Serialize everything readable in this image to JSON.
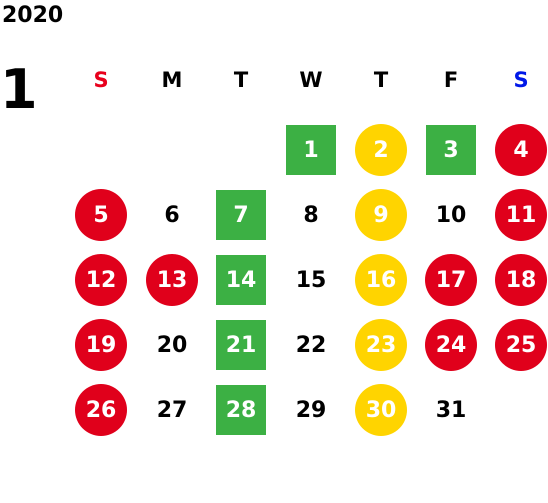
{
  "calendar": {
    "year": "2020",
    "month": "1",
    "weekdays": [
      {
        "label": "S",
        "color": "#e8001c"
      },
      {
        "label": "M",
        "color": "#000000"
      },
      {
        "label": "T",
        "color": "#000000"
      },
      {
        "label": "W",
        "color": "#000000"
      },
      {
        "label": "T",
        "color": "#000000"
      },
      {
        "label": "F",
        "color": "#000000"
      },
      {
        "label": "S",
        "color": "#0018e8"
      }
    ],
    "colors": {
      "red": "#e0001b",
      "yellow": "#ffd400",
      "green": "#3cb044",
      "plain_text": "#000000"
    },
    "days": [
      {
        "day": "1",
        "style": "green"
      },
      {
        "day": "2",
        "style": "yellow"
      },
      {
        "day": "3",
        "style": "green"
      },
      {
        "day": "4",
        "style": "red"
      },
      {
        "day": "5",
        "style": "red"
      },
      {
        "day": "6",
        "style": "plain"
      },
      {
        "day": "7",
        "style": "green"
      },
      {
        "day": "8",
        "style": "plain"
      },
      {
        "day": "9",
        "style": "yellow"
      },
      {
        "day": "10",
        "style": "plain"
      },
      {
        "day": "11",
        "style": "red"
      },
      {
        "day": "12",
        "style": "red"
      },
      {
        "day": "13",
        "style": "red"
      },
      {
        "day": "14",
        "style": "green"
      },
      {
        "day": "15",
        "style": "plain"
      },
      {
        "day": "16",
        "style": "yellow"
      },
      {
        "day": "17",
        "style": "red"
      },
      {
        "day": "18",
        "style": "red"
      },
      {
        "day": "19",
        "style": "red"
      },
      {
        "day": "20",
        "style": "plain"
      },
      {
        "day": "21",
        "style": "green"
      },
      {
        "day": "22",
        "style": "plain"
      },
      {
        "day": "23",
        "style": "yellow"
      },
      {
        "day": "24",
        "style": "red"
      },
      {
        "day": "25",
        "style": "red"
      },
      {
        "day": "26",
        "style": "red"
      },
      {
        "day": "27",
        "style": "plain"
      },
      {
        "day": "28",
        "style": "green"
      },
      {
        "day": "29",
        "style": "plain"
      },
      {
        "day": "30",
        "style": "yellow"
      },
      {
        "day": "31",
        "style": "plain"
      }
    ]
  }
}
